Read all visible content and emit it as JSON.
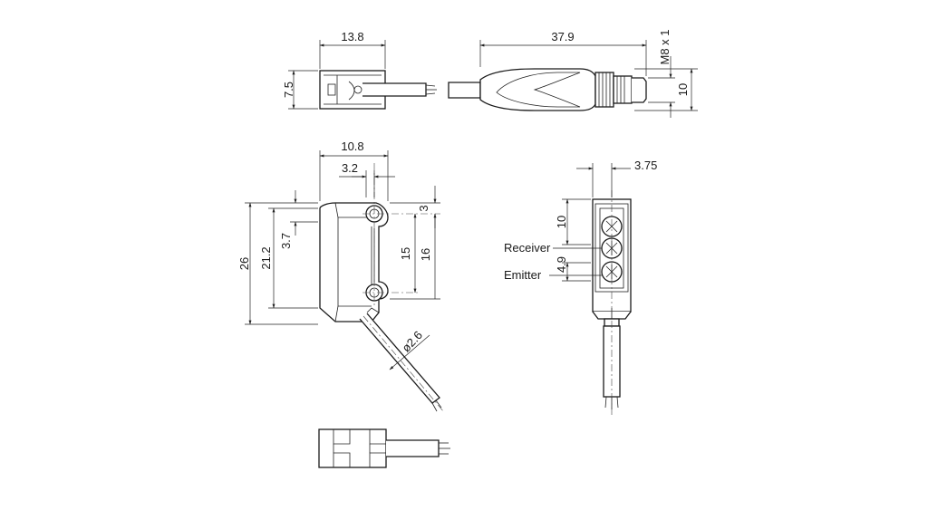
{
  "dimensions": {
    "top_width": "13.8",
    "top_height": "7.5",
    "connector_length": "37.9",
    "connector_thread": "M8 x 1",
    "connector_diameter": "10",
    "side_width": "10.8",
    "hole_offset": "3.2",
    "overall_height": "26",
    "body_height": "21.2",
    "hole_top": "3.7",
    "hole_spacing": "15",
    "height_16": "16",
    "top_margin": "3",
    "cable_diameter": "ø2.6",
    "front_offset": "3.75",
    "front_lens_height": "10",
    "front_lens_spacing": "4.9"
  },
  "labels": {
    "receiver": "Receiver",
    "emitter": "Emitter"
  }
}
